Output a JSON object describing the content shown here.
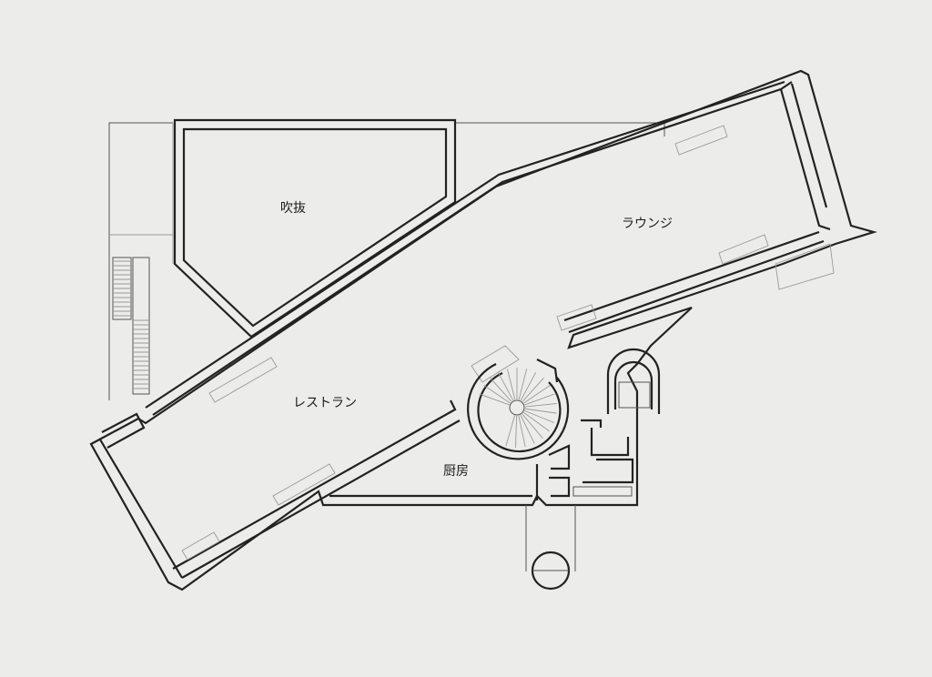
{
  "rooms": {
    "void": "吹抜",
    "lounge": "ラウンジ",
    "restaurant": "レストラン",
    "kitchen": "厨房"
  },
  "colors": {
    "paper": "#ececea",
    "line": "#222222"
  }
}
